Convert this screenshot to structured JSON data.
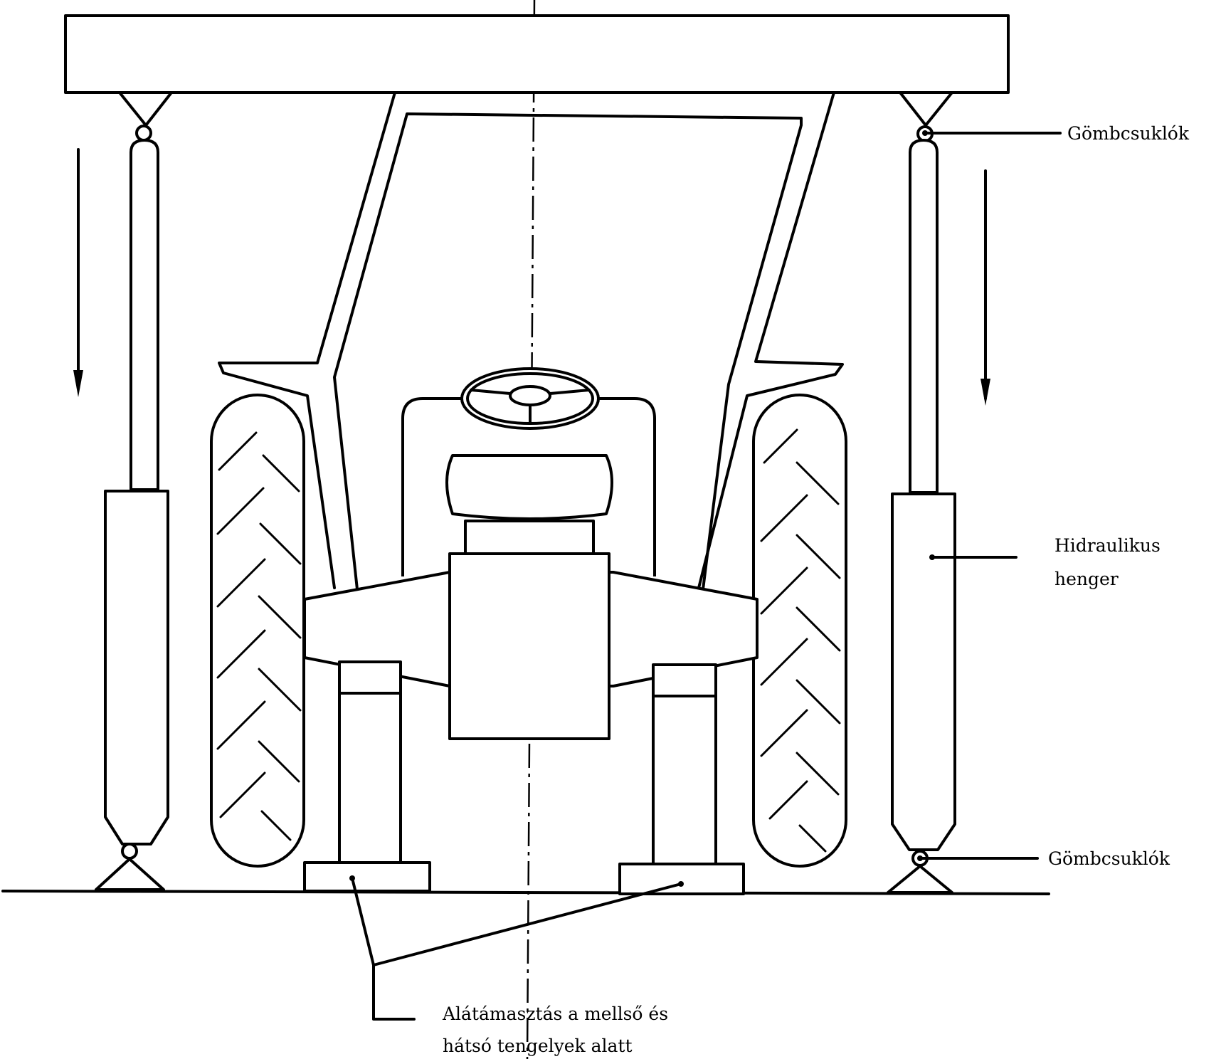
{
  "labels": {
    "ball_joint_top": "Gömbcsuklók",
    "hydraulic_cylinder_line1": "Hidraulikus",
    "hydraulic_cylinder_line2": "henger",
    "ball_joint_bottom": "Gömbcsuklók",
    "axle_support_line1": "Alátámasztás a mellső és",
    "axle_support_line2": "hátsó tengelyek alatt"
  }
}
